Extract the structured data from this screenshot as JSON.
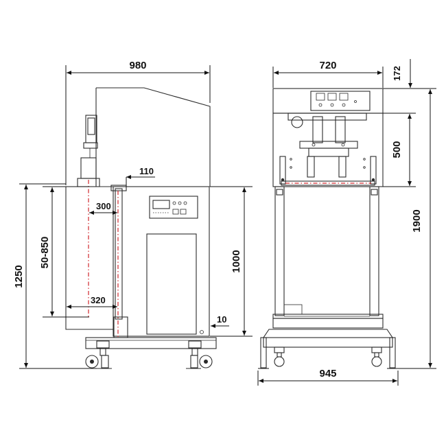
{
  "dimensions": {
    "side_width": "980",
    "side_head_offset": "110",
    "side_reach": "300",
    "side_stroke": "50-850",
    "side_height": "1250",
    "side_low_reach": "320",
    "side_table_height": "1000",
    "side_clearance": "10",
    "front_width": "720",
    "front_top": "172",
    "front_head_height": "500",
    "front_total_height": "1900",
    "front_base_width": "945"
  },
  "colors": {
    "line": "#2a2a2a",
    "centerline": "#d0272c",
    "background": "#ffffff"
  }
}
